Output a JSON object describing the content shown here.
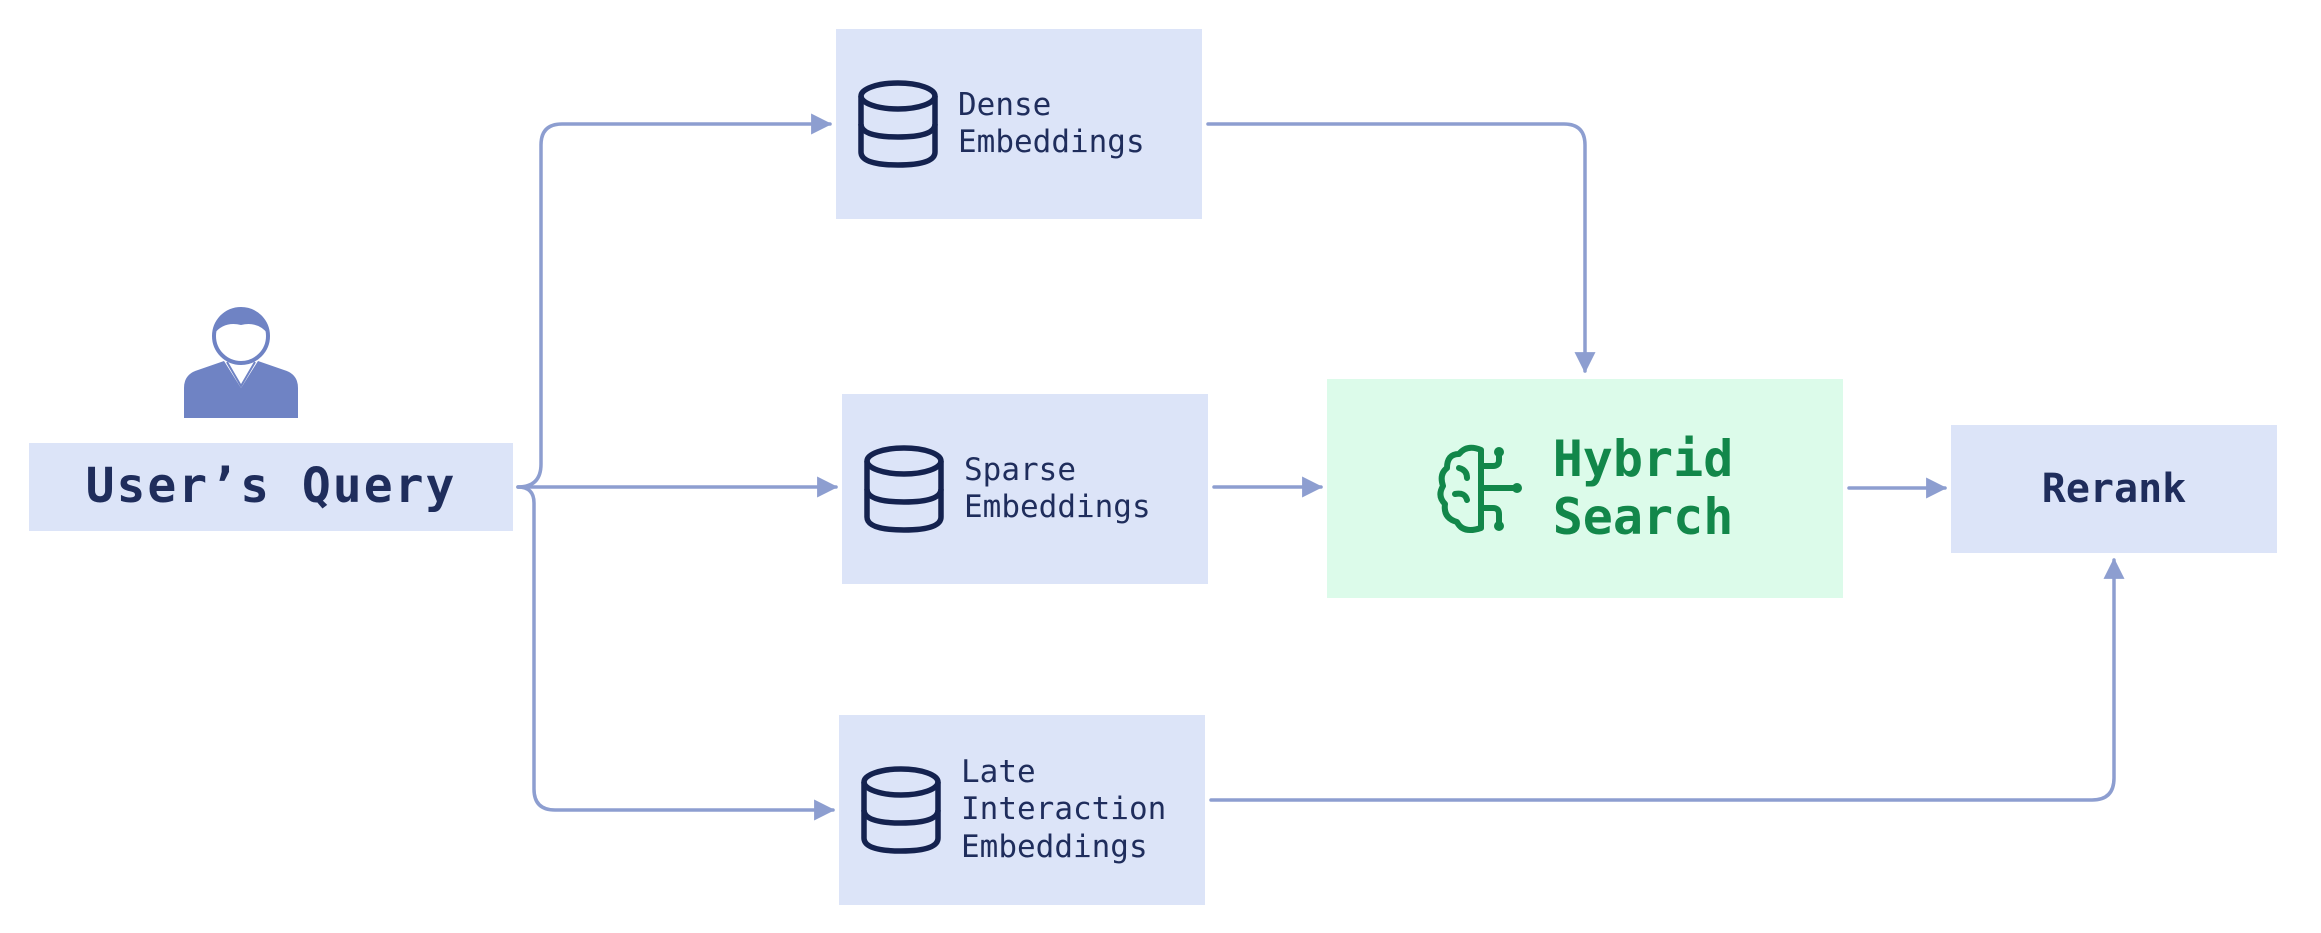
{
  "colors": {
    "node_fill": "#dce4f8",
    "hybrid_fill": "#dcfbea",
    "hybrid_text": "#12874a",
    "node_text": "#1f2d5c",
    "connector": "#8d9ed0",
    "user_icon": "#6f83c4"
  },
  "nodes": {
    "query": {
      "label": "User’s Query",
      "icon": "user-icon"
    },
    "dense": {
      "lines": [
        "Dense",
        "Embeddings"
      ],
      "icon": "database-icon"
    },
    "sparse": {
      "lines": [
        "Sparse",
        "Embeddings"
      ],
      "icon": "database-icon"
    },
    "late": {
      "lines": [
        "Late",
        "Interaction",
        "Embeddings"
      ],
      "icon": "database-icon"
    },
    "hybrid": {
      "lines": [
        "Hybrid",
        "Search"
      ],
      "icon": "brain-circuit-icon"
    },
    "rerank": {
      "label": "Rerank"
    }
  },
  "edges": [
    {
      "from": "query",
      "to": "dense"
    },
    {
      "from": "query",
      "to": "sparse"
    },
    {
      "from": "query",
      "to": "late"
    },
    {
      "from": "dense",
      "to": "hybrid"
    },
    {
      "from": "sparse",
      "to": "hybrid"
    },
    {
      "from": "hybrid",
      "to": "rerank"
    },
    {
      "from": "late",
      "to": "rerank"
    }
  ]
}
